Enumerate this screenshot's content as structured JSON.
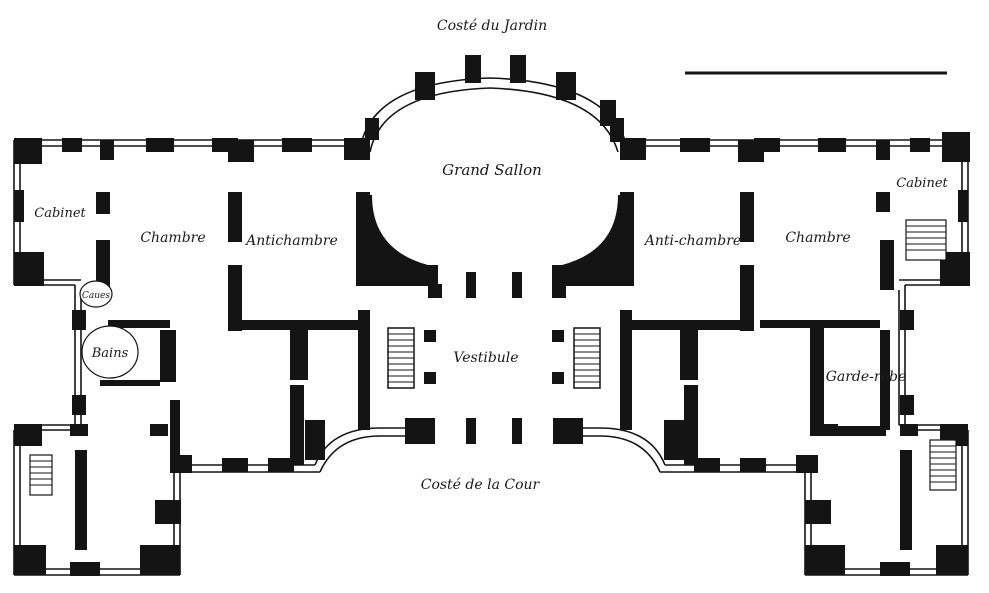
{
  "labels": {
    "top": "Costé du Jardin",
    "bottom": "Costé de la Cour",
    "grand_sallon": "Grand Sallon",
    "vestibule": "Vestibule",
    "cabinet_left": "Cabinet",
    "chambre_left": "Chambre",
    "antichambre_left": "Antichambre",
    "caves": "Caues",
    "bains": "Bains",
    "antichambre_right": "Anti-chambre",
    "chambre_right": "Chambre",
    "cabinet_right": "Cabinet",
    "garde_robe": "Garde-robe"
  },
  "colors": {
    "ink": "#141414",
    "paper": "#ffffff"
  }
}
